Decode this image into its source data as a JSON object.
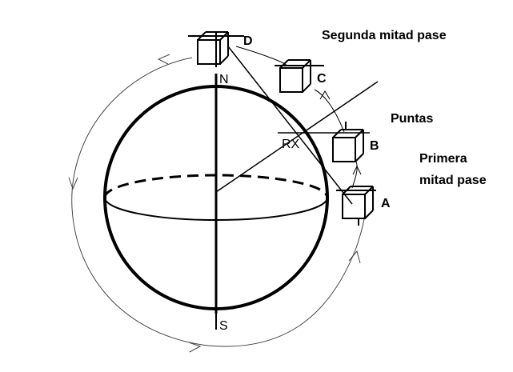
{
  "labels": {
    "north": "N",
    "south": "S",
    "rx": "RX",
    "a": "A",
    "b": "B",
    "c": "C",
    "d": "D",
    "puntas": "Puntas",
    "segunda_mitad_pase": "Segunda mitad pase",
    "primera_mitad_pase_line1": "Primera",
    "primera_mitad_pase_line2": "mitad pase"
  },
  "colors": {
    "ink": "#000000",
    "orbit": "#555555",
    "background": "#ffffff"
  }
}
